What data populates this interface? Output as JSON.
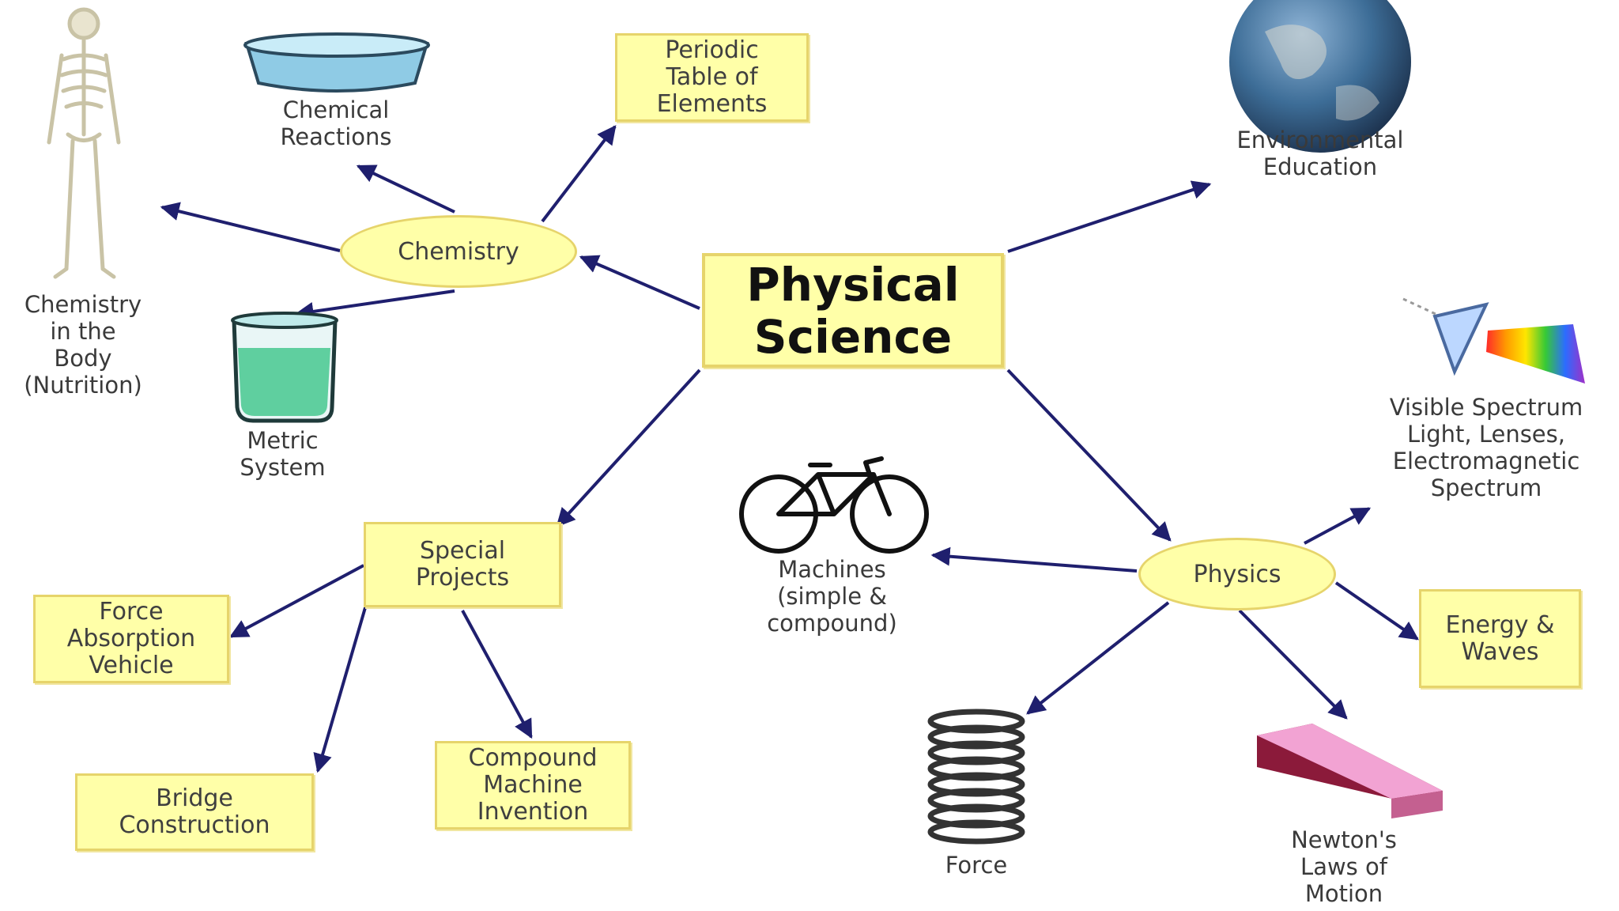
{
  "central": {
    "line1": "Physical",
    "line2": "Science"
  },
  "nodes": {
    "chemistry": "Chemistry",
    "physics": "Physics",
    "special_projects": "Special\nProjects",
    "periodic_table": "Periodic\nTable of\nElements",
    "force_absorption": "Force\nAbsorption\nVehicle",
    "bridge_construction": "Bridge\nConstruction",
    "compound_machine": "Compound\nMachine\nInvention",
    "energy_waves": "Energy &\nWaves"
  },
  "labels": {
    "chemical_reactions": "Chemical\nReactions",
    "chemistry_body": "Chemistry\nin the\nBody\n(Nutrition)",
    "metric_system": "Metric\nSystem",
    "environmental_education": "Environmental\nEducation",
    "visible_spectrum": "Visible Spectrum\nLight, Lenses,\nElectromagnetic\nSpectrum",
    "machines": "Machines\n(simple &\ncompound)",
    "force": "Force",
    "newtons_laws": "Newton's\nLaws of\nMotion"
  },
  "colors": {
    "box_fill": "#ffffa8",
    "box_border": "#e6d46b",
    "arrow": "#1f1f6e",
    "text": "#3f3f3f"
  },
  "icons": [
    "skeleton-icon",
    "dish-icon",
    "beaker-icon",
    "globe-icon",
    "prism-icon",
    "bicycle-icon",
    "spring-icon",
    "ramp-icon"
  ]
}
